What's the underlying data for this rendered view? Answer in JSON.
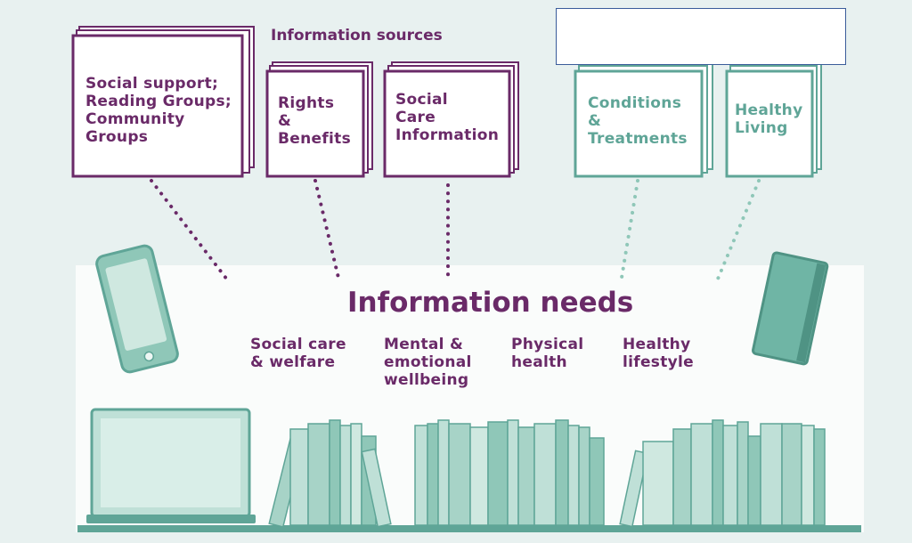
{
  "diagram": {
    "sources_title": "Information sources",
    "needs_title": "Information needs",
    "sources": [
      {
        "id": "social-support",
        "label": "Social support;\nReading Groups;\nCommunity\nGroups",
        "color": "#6a2a68"
      },
      {
        "id": "rights-benefits",
        "label": "Rights\n&\nBenefits",
        "color": "#6a2a68"
      },
      {
        "id": "social-care-info",
        "label": "Social\nCare\nInformation",
        "color": "#6a2a68"
      },
      {
        "id": "conditions-treatments",
        "label": "Conditions\n&\nTreatments",
        "color": "#5fa597"
      },
      {
        "id": "healthy-living",
        "label": "Healthy\nLiving",
        "color": "#5fa597"
      }
    ],
    "needs": [
      {
        "id": "social-care-welfare",
        "label": "Social care\n& welfare"
      },
      {
        "id": "mental-emotional",
        "label": "Mental &\nemotional\nwellbeing"
      },
      {
        "id": "physical-health",
        "label": "Physical\nhealth"
      },
      {
        "id": "healthy-lifestyle",
        "label": "Healthy\nlifestyle"
      }
    ],
    "colors": {
      "purple": "#6a2a68",
      "teal": "#5fa597",
      "teal_light": "#bfe0d7",
      "teal_mid": "#8fc7b8",
      "background": "#e8f1f0",
      "panel": "#fafcfb"
    }
  }
}
